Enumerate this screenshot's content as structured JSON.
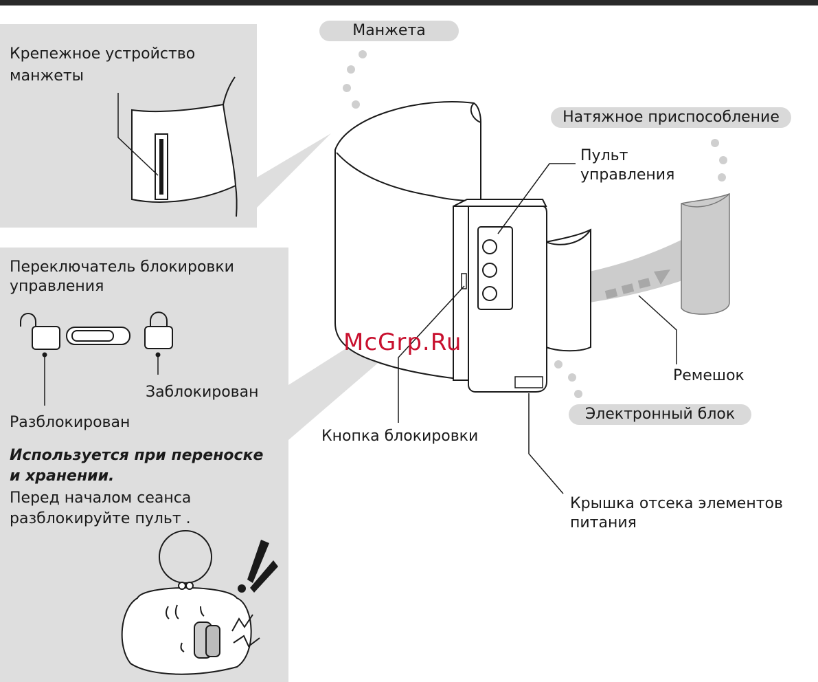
{
  "labels": {
    "cuff": "Манжета",
    "tensioner": "Натяжное приспособление",
    "control_panel_line1": "Пульт",
    "control_panel_line2": "управления",
    "strap": "Ремешок",
    "electronic_unit": "Электронный блок",
    "lock_button": "Кнопка блокировки",
    "battery_cover_line1": "Крышка отсека элементов",
    "battery_cover_line2": "питания"
  },
  "cuff_panel": {
    "title_line1": "Крепежное устройство",
    "title_line2": "манжеты"
  },
  "lock_panel": {
    "title_line1": "Переключатель блокировки",
    "title_line2": "управления",
    "locked": "Заблокирован",
    "unlocked": "Разблокирован",
    "note_line1": "Используется при переноске",
    "note_line2": "и хранении.",
    "text_line1": "Перед началом сеанса",
    "text_line2": "разблокируйте пульт ."
  },
  "watermark": "McGrp.Ru",
  "colors": {
    "panel": "#dedede",
    "pill": "#d9d9d9",
    "dots": "#cfcfcf",
    "strap": "#cccccc",
    "watermark": "#c8102e"
  }
}
